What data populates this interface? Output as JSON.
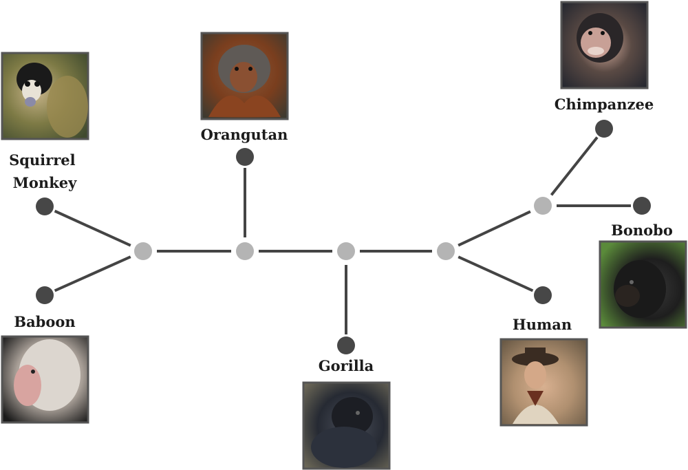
{
  "colors": {
    "edge": "#444444",
    "internal_node": "#b4b4b4",
    "leaf_node": "#474747",
    "photo_border": "#555555"
  },
  "taxa": [
    {
      "id": "squirrel-monkey",
      "lines": [
        "Squirrel",
        "Monkey"
      ]
    },
    {
      "id": "baboon",
      "lines": [
        "Baboon"
      ]
    },
    {
      "id": "orangutan",
      "lines": [
        "Orangutan"
      ]
    },
    {
      "id": "gorilla",
      "lines": [
        "Gorilla"
      ]
    },
    {
      "id": "human",
      "lines": [
        "Human"
      ]
    },
    {
      "id": "chimpanzee",
      "lines": [
        "Chimpanzee"
      ]
    },
    {
      "id": "bonobo",
      "lines": [
        "Bonobo"
      ]
    }
  ]
}
